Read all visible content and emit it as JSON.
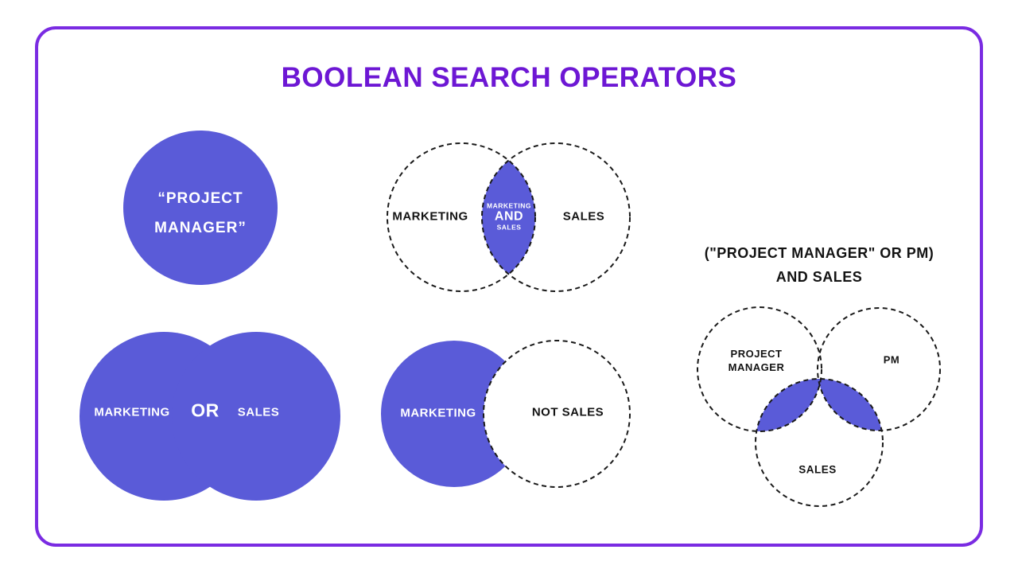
{
  "title": "BOOLEAN SEARCH OPERATORS",
  "colors": {
    "accent": "#5a5bd8",
    "frame": "#7a2be2",
    "title": "#6d17d4",
    "ink": "#131313"
  },
  "exact": {
    "line1": "“PROJECT",
    "line2": "MANAGER”"
  },
  "and": {
    "left": "MARKETING",
    "right": "SALES",
    "center": {
      "top": "MARKETING",
      "mid": "AND",
      "bottom": "SALES"
    }
  },
  "or": {
    "left": "MARKETING",
    "op": "OR",
    "right": "SALES"
  },
  "not": {
    "left": "MARKETING",
    "right": "NOT SALES"
  },
  "combined": {
    "heading1": "(\"PROJECT MANAGER\" OR PM)",
    "heading2": "AND SALES",
    "circle_a1": "PROJECT",
    "circle_a2": "MANAGER",
    "circle_b": "PM",
    "circle_c": "SALES"
  }
}
